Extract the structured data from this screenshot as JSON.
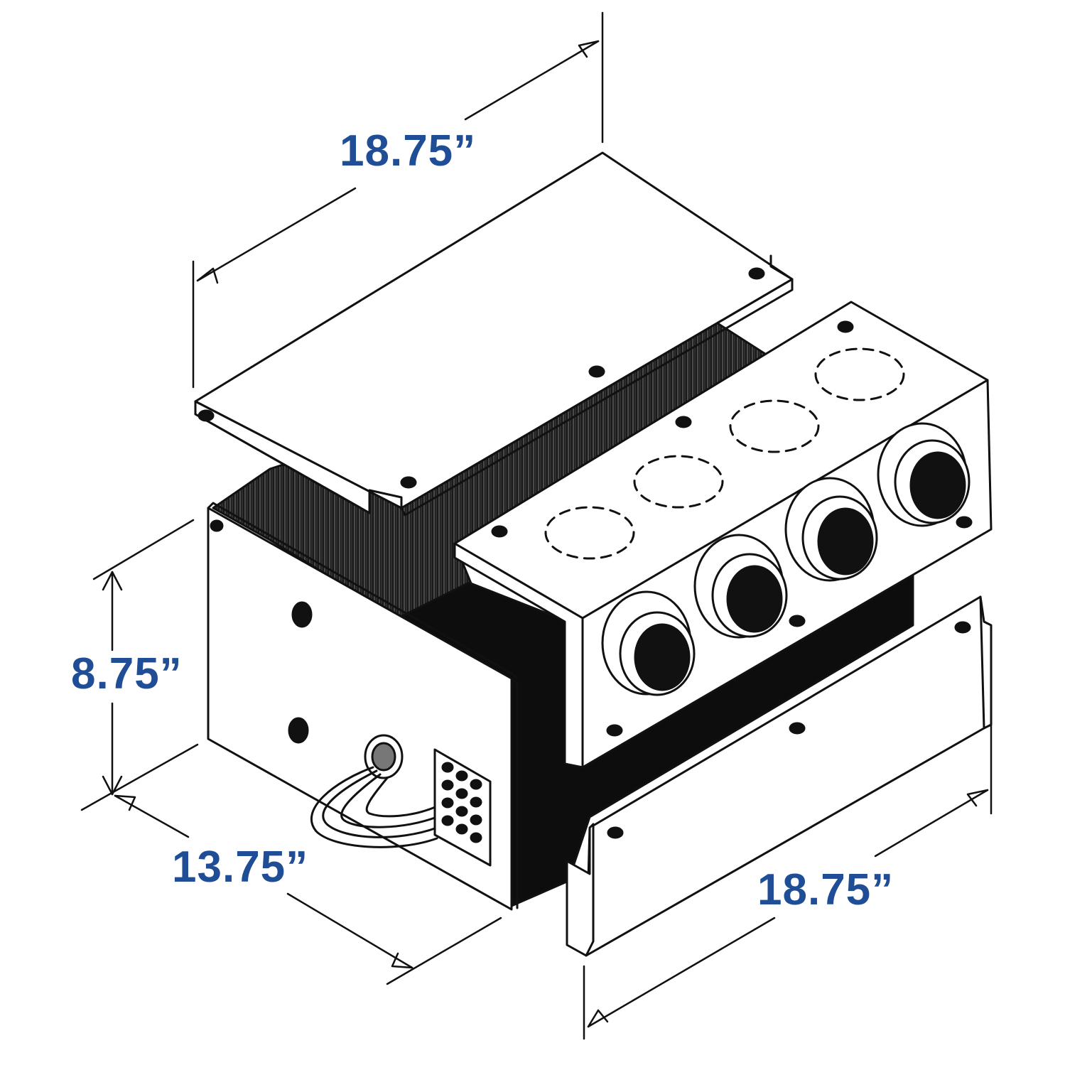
{
  "labels": {
    "top_width": "18.75”",
    "height": "8.75”",
    "depth": "13.75”",
    "bottom_width": "18.75”"
  },
  "colors": {
    "label": "#1f4e96",
    "line": "#111111",
    "fill": "#ffffff",
    "interior": "#0d0d0d"
  }
}
